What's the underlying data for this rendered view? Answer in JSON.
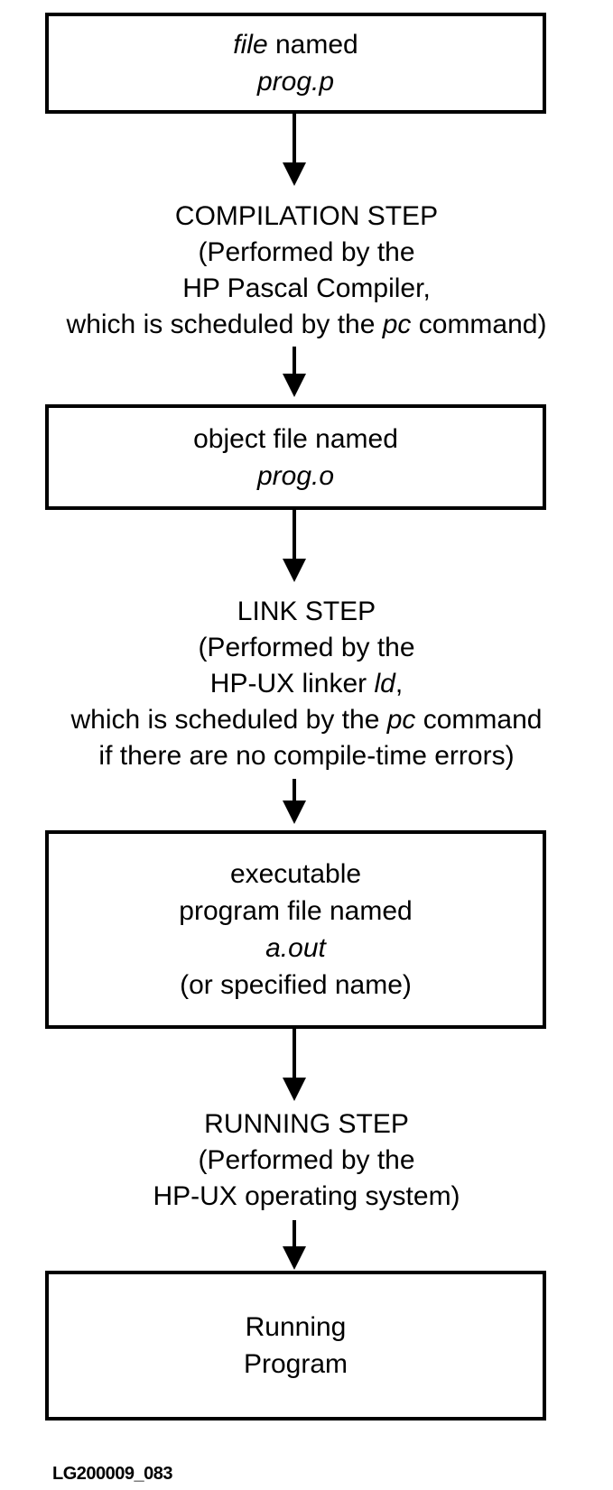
{
  "box1": {
    "line1_italic": "file",
    "line1_rest": " named",
    "line2": "prog.p"
  },
  "compilation": {
    "title": "COMPILATION STEP",
    "line2": "(Performed by the",
    "line3": "HP Pascal Compiler,",
    "line4_pre": "which is scheduled by the ",
    "line4_italic": "pc",
    "line4_post": " command)"
  },
  "box2": {
    "line1": "object file named",
    "line2": "prog.o"
  },
  "link": {
    "title": "LINK STEP",
    "line2": "(Performed by the",
    "line3_pre": "HP-UX linker ",
    "line3_italic": "ld",
    "line3_post": ",",
    "line4_pre": "which is scheduled by the ",
    "line4_italic": "pc",
    "line4_post": " command",
    "line5": "if there are no compile-time errors)"
  },
  "box3": {
    "line1": "executable",
    "line2": "program file named",
    "line3": "a.out",
    "line4": "(or specified name)"
  },
  "running": {
    "title": "RUNNING STEP",
    "line2": "(Performed by the",
    "line3": "HP-UX operating system)"
  },
  "box4": {
    "line1": "Running",
    "line2": "Program"
  },
  "footer": {
    "code": "LG200009_083"
  }
}
